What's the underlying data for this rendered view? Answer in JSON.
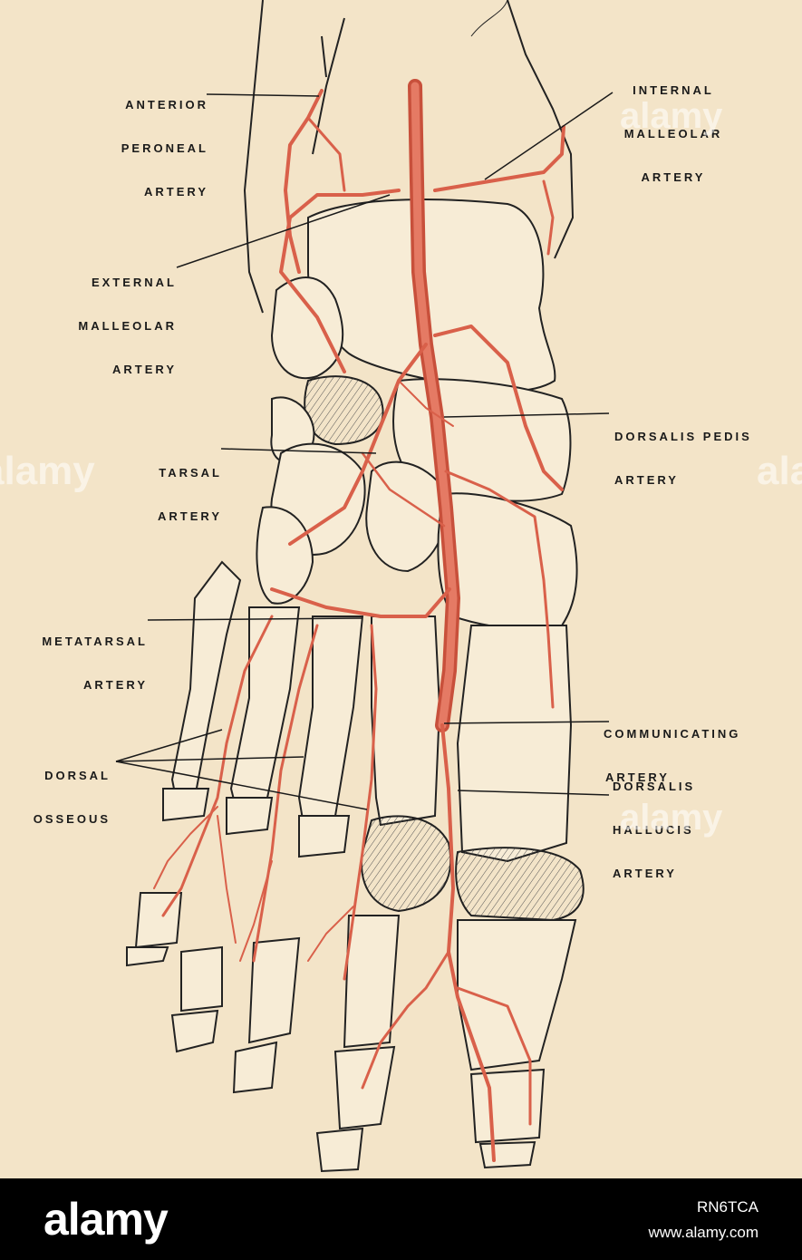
{
  "labels": {
    "anterior_peroneal": [
      "ANTERIOR",
      "PERONEAL",
      "ARTERY"
    ],
    "internal_malleolar": [
      "INTERNAL",
      "MALLEOLAR",
      "ARTERY"
    ],
    "external_malleolar": [
      "EXTERNAL",
      "MALLEOLAR",
      "ARTERY"
    ],
    "dorsalis_pedis": [
      "DORSALIS PEDIS",
      "ARTERY"
    ],
    "tarsal": [
      "TARSAL",
      "ARTERY"
    ],
    "metatarsal": [
      "METATARSAL",
      "ARTERY"
    ],
    "communicating": [
      "COMMUNICATING",
      "ARTERY"
    ],
    "dorsal_osseous": [
      "DORSAL",
      "OSSEOUS"
    ],
    "dorsalis_hallucis": [
      "DORSALIS",
      "HALLUCIS",
      "ARTERY"
    ]
  },
  "watermark": "alamy",
  "footer": {
    "logo": "alamy",
    "image_code": "RN6TCA",
    "url": "www.alamy.com"
  },
  "colors": {
    "paper": "#f3e4c8",
    "artery": "#d9604a",
    "footer": "#000000"
  }
}
